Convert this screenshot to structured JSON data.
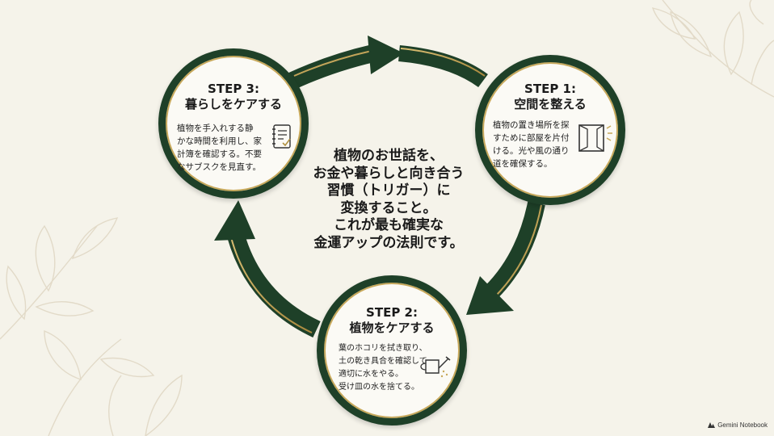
{
  "center": {
    "lines": [
      "植物のお世話を、",
      "お金や暮らしと向き合う",
      "習慣（トリガー）に",
      "変換すること。",
      "これが最も確実な",
      "金運アップの法則です。"
    ]
  },
  "steps": [
    {
      "number": "STEP 1:",
      "title": "空間を整える",
      "desc": [
        "植物の置き場所を探",
        "すために部屋を片付",
        "ける。光や風の通り",
        "道を確保する。"
      ],
      "icon": "window-icon"
    },
    {
      "number": "STEP 2:",
      "title": "植物をケアする",
      "desc": [
        "葉のホコリを拭き取り、",
        "土の乾き具合を確認して",
        "適切に水をやる。",
        "受け皿の水を捨てる。"
      ],
      "icon": "watering-can-icon"
    },
    {
      "number": "STEP 3:",
      "title": "暮らしをケアする",
      "desc": [
        "植物を手入れする静",
        "かな時間を利用し、家",
        "計簿を確認する。不要",
        "なサブスクを見直す。"
      ],
      "icon": "notebook-icon"
    }
  ],
  "brand": {
    "label": "Gemini Notebook"
  },
  "colors": {
    "background": "#f5f3ea",
    "ring": "#1e4028",
    "gold": "#c7a85a",
    "leaf": "#e6dfcf"
  }
}
